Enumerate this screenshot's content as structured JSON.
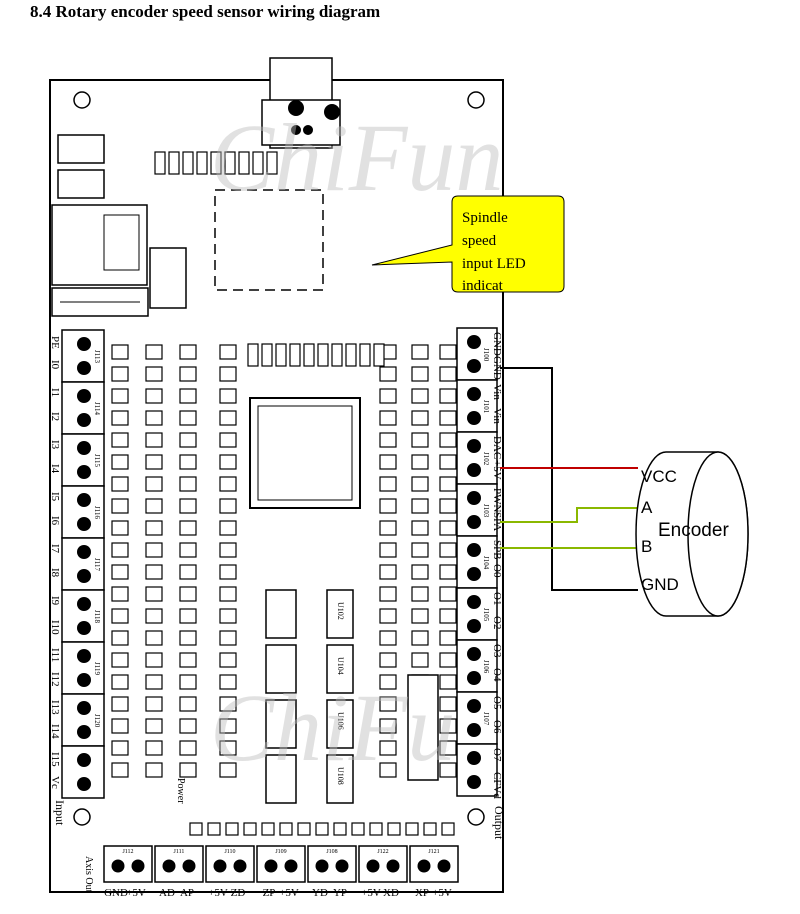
{
  "heading": "8.4 Rotary encoder speed sensor wiring diagram",
  "watermark": "ChiFun",
  "callout": {
    "lines": [
      "Spindle",
      "speed",
      "input LED",
      "indicat"
    ],
    "fill": "#ffff00"
  },
  "encoder": {
    "label": "Encoder",
    "pins": [
      "VCC",
      "A",
      "B",
      "GND"
    ]
  },
  "wire_colors": {
    "vcc": "#c00000",
    "signal": "#8ab800",
    "gnd": "#000000"
  },
  "right_terminals": [
    {
      "id": "J100",
      "pins": [
        "GND",
        "GND"
      ]
    },
    {
      "id": "J101",
      "pins": [
        "Vin",
        "Vin"
      ]
    },
    {
      "id": "J102",
      "pins": [
        "DAC",
        "+5V"
      ]
    },
    {
      "id": "J103",
      "pins": [
        "PWN",
        "SPA"
      ]
    },
    {
      "id": "J104",
      "pins": [
        "SPB",
        "O0"
      ]
    },
    {
      "id": "J105",
      "pins": [
        "O1",
        "O2"
      ]
    },
    {
      "id": "J106",
      "pins": [
        "O3",
        "O4"
      ]
    },
    {
      "id": "J107",
      "pins": [
        "O5",
        "O6"
      ]
    },
    {
      "id": "",
      "pins": [
        "O7",
        "CFVd"
      ]
    }
  ],
  "left_terminals": [
    {
      "id": "J113",
      "pins": [
        "PE",
        "I0"
      ]
    },
    {
      "id": "J114",
      "pins": [
        "I1",
        "I2"
      ]
    },
    {
      "id": "J115",
      "pins": [
        "I3",
        "I4"
      ]
    },
    {
      "id": "J116",
      "pins": [
        "I5",
        "I6"
      ]
    },
    {
      "id": "J117",
      "pins": [
        "I7",
        "I8"
      ]
    },
    {
      "id": "J118",
      "pins": [
        "I9",
        "I10"
      ]
    },
    {
      "id": "J119",
      "pins": [
        "I11",
        "I12"
      ]
    },
    {
      "id": "J120",
      "pins": [
        "I13",
        "I14"
      ]
    },
    {
      "id": "",
      "pins": [
        "I15",
        "Vc"
      ]
    }
  ],
  "bottom_terminals": [
    {
      "id": "J112",
      "pins": [
        "GND",
        "+5V"
      ]
    },
    {
      "id": "J111",
      "pins": [
        "AD",
        "AP"
      ]
    },
    {
      "id": "J110",
      "pins": [
        "+5V",
        "ZD"
      ]
    },
    {
      "id": "J109",
      "pins": [
        "ZP",
        "+5V"
      ]
    },
    {
      "id": "J108",
      "pins": [
        "YD",
        "YP"
      ]
    },
    {
      "id": "J122",
      "pins": [
        "+5V",
        "XD"
      ]
    },
    {
      "id": "J121",
      "pins": [
        "XP",
        "+5V"
      ]
    }
  ],
  "side_labels": {
    "input": "Input",
    "output": "Output",
    "axis_out": "Axis Out",
    "power": "Power"
  },
  "chips": [
    "U102",
    "U104",
    "U106",
    "U108"
  ]
}
